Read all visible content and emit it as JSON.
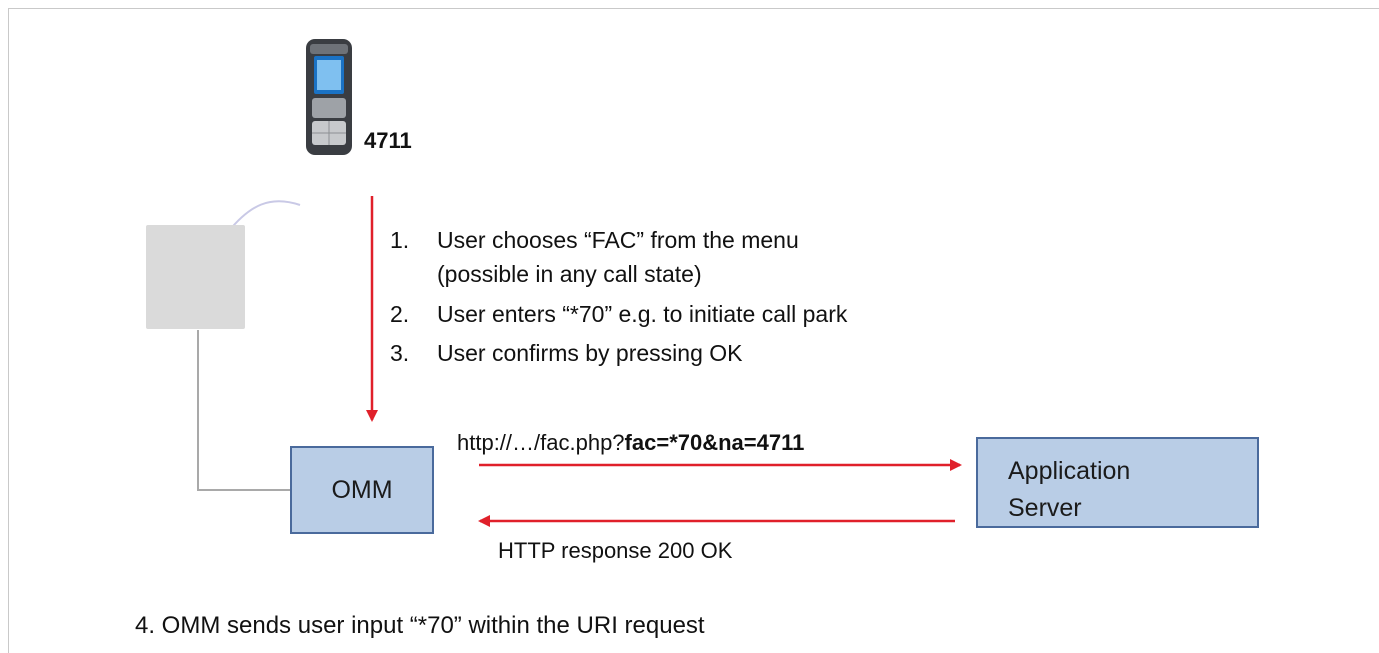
{
  "handset": {
    "number": "4711"
  },
  "steps": [
    {
      "num": "1.",
      "lines": [
        "User chooses “FAC” from the menu",
        "(possible in any call state)"
      ]
    },
    {
      "num": "2.",
      "lines": [
        "User enters “*70” e.g. to initiate call park"
      ]
    },
    {
      "num": "3.",
      "lines": [
        "User confirms by pressing OK"
      ]
    }
  ],
  "omm": {
    "label": "OMM"
  },
  "app_server": {
    "line1": "Application",
    "line2": "Server"
  },
  "request": {
    "prefix": "http://…/fac.php?",
    "params": "fac=*70&na=4711"
  },
  "response": {
    "label": "HTTP response 200 OK"
  },
  "note": {
    "text": "4. OMM sends user input “*70” within the URI request"
  },
  "colors": {
    "arrow": "#e0202a",
    "box_fill": "#b9cde6",
    "box_border": "#4a6a9c",
    "wire": "#a9a9a9"
  }
}
